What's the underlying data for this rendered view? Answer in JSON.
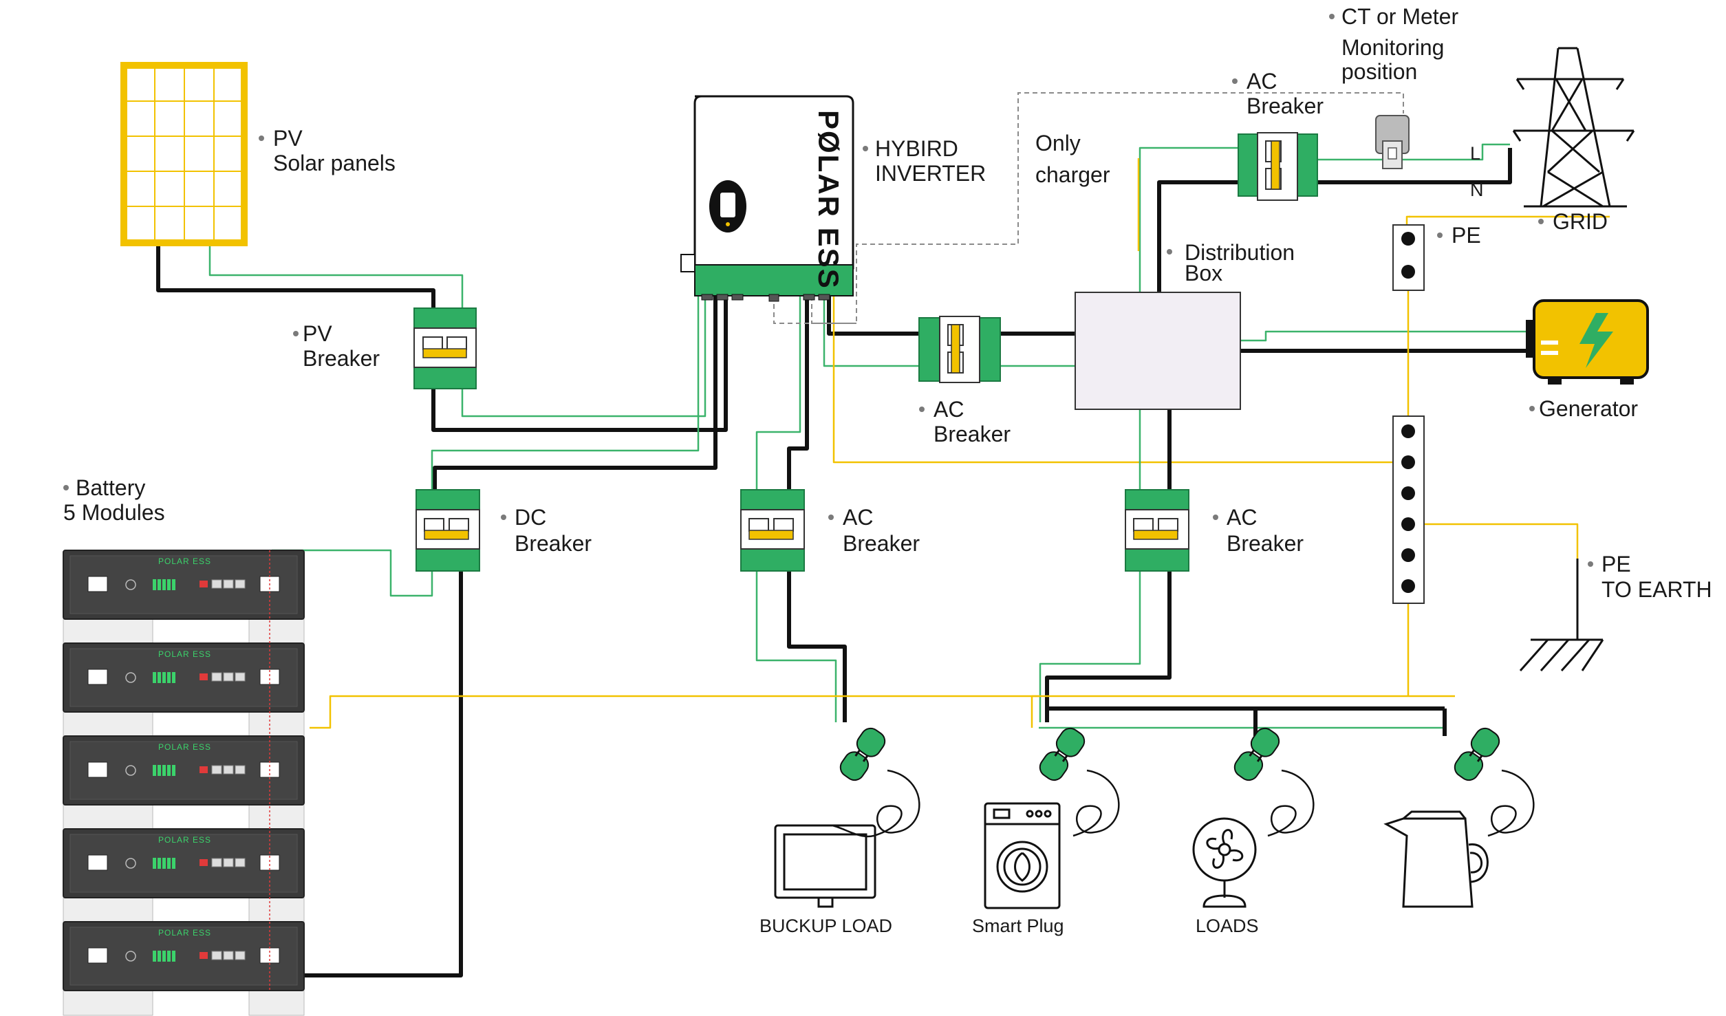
{
  "colors": {
    "green": "#2fae63",
    "yellow": "#f2c200",
    "black": "#111111",
    "battery": "#3a3a3a",
    "box": "#f2eef4"
  },
  "labels": {
    "pv_panels_1": "PV",
    "pv_panels_2": "Solar panels",
    "pv_breaker_1": "PV",
    "pv_breaker_2": "Breaker",
    "inverter_1": "HYBIRD",
    "inverter_2": "INVERTER",
    "only_charger_1": "Only",
    "only_charger_2": "charger",
    "ac_breaker_grid_1": "AC",
    "ac_breaker_grid_2": "Breaker",
    "ct_meter_1": "CT or Meter",
    "ct_meter_2": "Monitoring",
    "ct_meter_3": "position",
    "grid": "GRID",
    "line_l": "L",
    "line_n": "N",
    "pe_top": "PE",
    "distribution_box_1": "Distribution",
    "distribution_box_2": "Box",
    "generator": "Generator",
    "ac_breaker_mid_1": "AC",
    "ac_breaker_mid_2": "Breaker",
    "battery_1": "Battery",
    "battery_2": "5 Modules",
    "dc_breaker_1": "DC",
    "dc_breaker_2": "Breaker",
    "ac_breaker_backup_1": "AC",
    "ac_breaker_backup_2": "Breaker",
    "ac_breaker_loads_1": "AC",
    "ac_breaker_loads_2": "Breaker",
    "pe_earth_1": "PE",
    "pe_earth_2": "TO EARTH",
    "backup_load": "BUCKUP LOAD",
    "smart_plug": "Smart Plug",
    "loads": "LOADS",
    "brand_inverter": "PØLAR ESS",
    "brand_battery": "POLAR ESS"
  },
  "icons": [
    "solar-panel-icon",
    "inverter-icon",
    "breaker-icon",
    "transmission-tower-icon",
    "generator-icon",
    "ct-meter-icon",
    "battery-module-icon",
    "plug-icon",
    "monitor-icon",
    "washing-machine-icon",
    "fan-icon",
    "kettle-icon",
    "ground-icon"
  ]
}
